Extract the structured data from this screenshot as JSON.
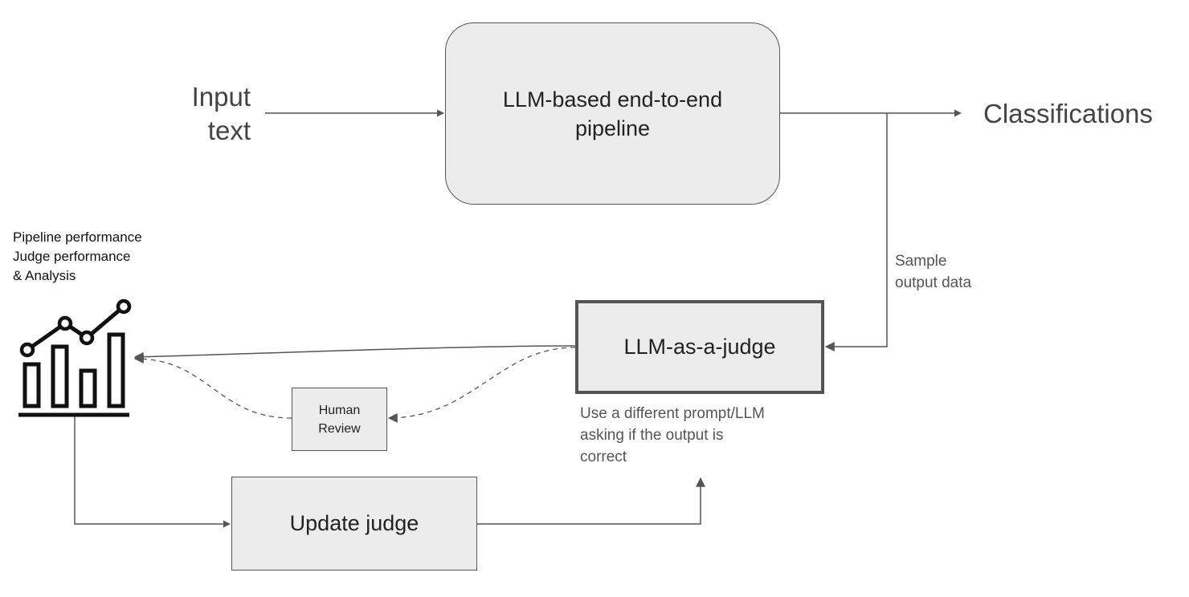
{
  "input": {
    "label": "Input\ntext"
  },
  "pipeline": {
    "label": "LLM-based end-to-end\npipeline"
  },
  "output": {
    "label": "Classifications"
  },
  "sample": {
    "label": "Sample\noutput data"
  },
  "judge": {
    "label": "LLM-as-a-judge",
    "note": "Use a different prompt/LLM\nasking if the output is\ncorrect"
  },
  "analysis": {
    "label": "Pipeline performance\nJudge performance\n& Analysis"
  },
  "human_review": {
    "label": "Human\nReview"
  },
  "update_judge": {
    "label": "Update judge"
  },
  "icons": {
    "analysis_icon": "bar-chart-with-trend-line-icon"
  },
  "colors": {
    "box_fill": "#ececec",
    "box_border": "#555555",
    "line": "#555555",
    "text": "#444444"
  }
}
